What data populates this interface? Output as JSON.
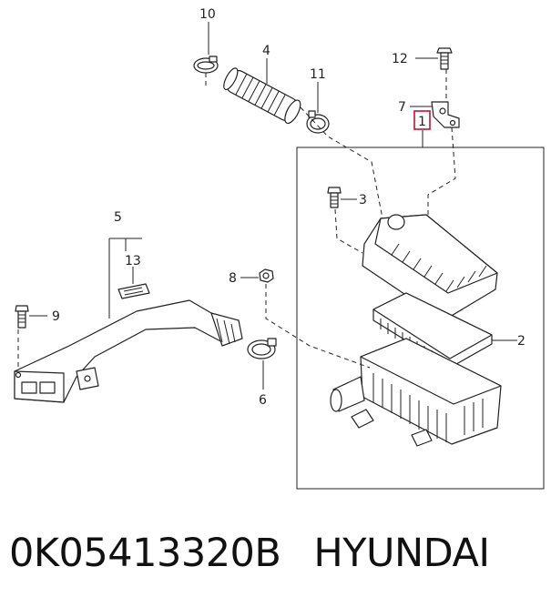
{
  "callouts": {
    "c1": "1",
    "c2": "2",
    "c3": "3",
    "c4": "4",
    "c5": "5",
    "c6": "6",
    "c7": "7",
    "c8": "8",
    "c9": "9",
    "c10": "10",
    "c11": "11",
    "c12": "12",
    "c13": "13"
  },
  "footer": {
    "part_number": "0K05413320B",
    "brand": "HYUNDAI"
  },
  "colors": {
    "highlight": "#c8102e",
    "line": "#222222"
  }
}
